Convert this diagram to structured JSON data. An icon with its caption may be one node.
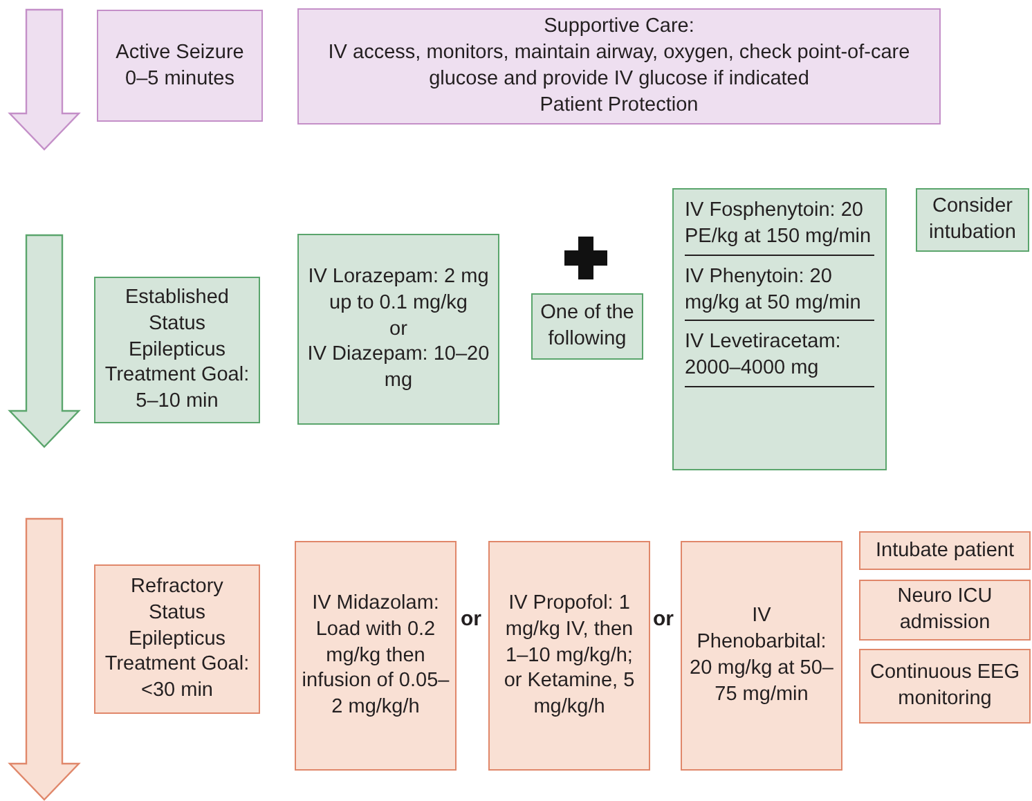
{
  "diagram": {
    "nodes": [
      {
        "text": [
          "Active Seizure 0–5 minutes"
        ]
      },
      {
        "text": [
          "Supportive Care:",
          "IV access, monitors, maintain airway, oxygen, check point-of-care glucose and provide IV glucose if indicated",
          "Patient Protection"
        ]
      },
      {
        "text": [
          "Established Status Epilepticus Treatment Goal: 5–10 min"
        ]
      },
      {
        "text": [
          "IV Lorazepam: 2 mg up to 0.1 mg/kg",
          "or",
          "IV Diazepam: 10–20 mg"
        ]
      },
      {
        "text": [
          "One of the following"
        ]
      },
      {
        "text": [
          "IV Fosphenytoin: 20 PE/kg at 150 mg/min",
          "IV Phenytoin: 20 mg/kg at 50 mg/min",
          "IV Levetiracetam: 2000–4000 mg"
        ]
      },
      {
        "text": [
          "Consider intubation"
        ]
      },
      {
        "text": [
          "Refractory Status Epilepticus Treatment Goal: <30 min"
        ]
      },
      {
        "text": [
          "IV Midazolam: Load with 0.2 mg/kg then infusion of 0.05–2 mg/kg/h"
        ]
      },
      {
        "text": [
          "IV Propofol: 1 mg/kg IV, then 1–10 mg/kg/h; or Ketamine, 5 mg/kg/h"
        ]
      },
      {
        "text": [
          "IV Phenobarbital: 20 mg/kg at 50–75 mg/min"
        ]
      },
      {
        "text": [
          "Intubate patient"
        ]
      },
      {
        "text": [
          "Neuro ICU admission"
        ]
      },
      {
        "text": [
          "Continuous EEG monitoring"
        ]
      }
    ],
    "labels": [
      "or",
      "or"
    ]
  }
}
